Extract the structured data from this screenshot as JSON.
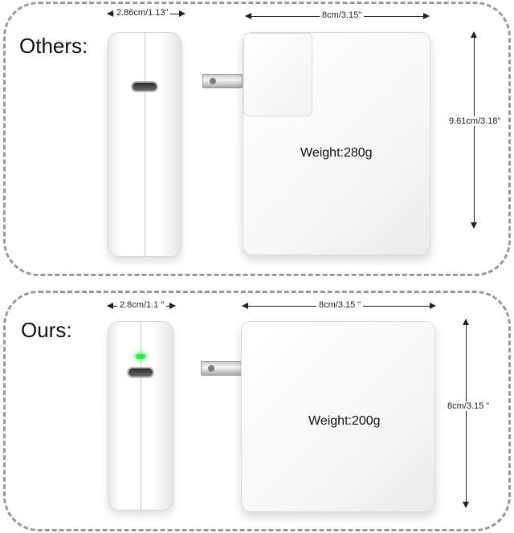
{
  "others": {
    "label": "Others:",
    "side_width": "2.86cm/1.13\"",
    "front_width": "8cm/3.15\"",
    "height": "9.61cm/3.18\"",
    "weight": "Weight:280g"
  },
  "ours": {
    "label": "Ours:",
    "side_width": "2.8cm/1.1 \"",
    "front_width": "8cm/3.15 \"",
    "height": "8cm/3.15 \"",
    "weight": "Weight:200g"
  },
  "colors": {
    "panel_border": "#9a9a9a",
    "led": "#2ff04a"
  }
}
